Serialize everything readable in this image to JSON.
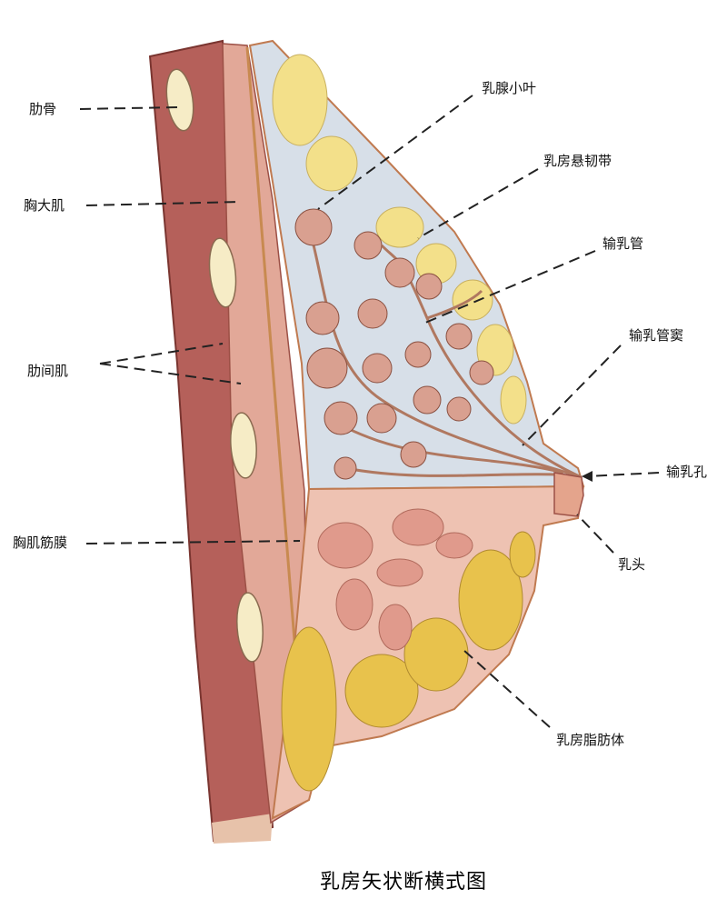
{
  "title": "乳房矢状断横式图",
  "labels": {
    "rib": "肋骨",
    "pectoralis_major": "胸大肌",
    "intercostal": "肋间肌",
    "pectoral_fascia": "胸肌筋膜",
    "lobule": "乳腺小叶",
    "suspensory_ligament": "乳房悬韧带",
    "lactiferous_duct": "输乳管",
    "lactiferous_sinus": "输乳管窦",
    "duct_opening": "输乳孔",
    "nipple": "乳头",
    "fat_body": "乳房脂肪体"
  },
  "colors": {
    "muscle": "#b5605a",
    "muscle_light": "#e2a898",
    "fat_yellow": "#f3e08a",
    "gland_bg": "#d7dfe8",
    "lobule": "#d9a090",
    "lower_tissue": "#eec2b2",
    "fat_lower": "#e8c24c",
    "skin": "#f1c5a4"
  }
}
